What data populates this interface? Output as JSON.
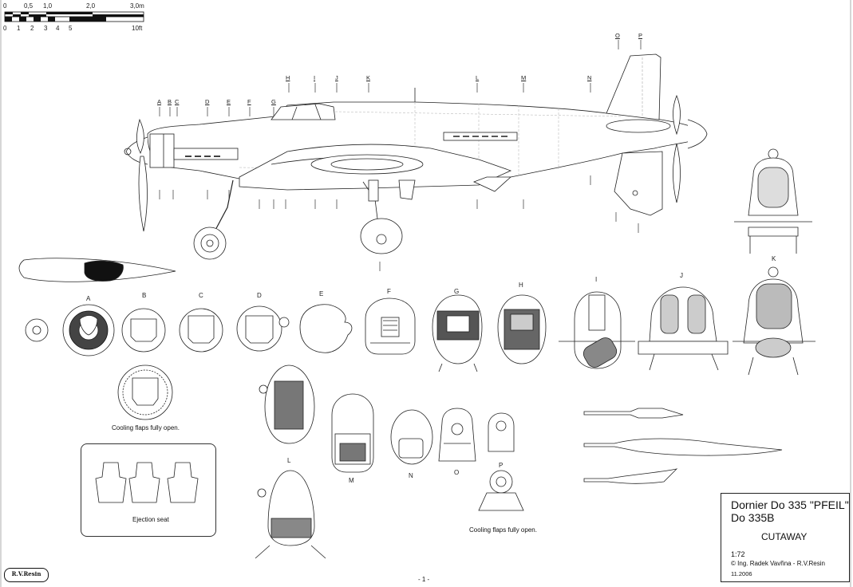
{
  "scale_bar": {
    "metric_labels": [
      "0",
      "0,5",
      "1,0",
      "2,0",
      "3,0m"
    ],
    "imperial_labels": [
      "0",
      "1",
      "2",
      "3",
      "4",
      "5",
      "10ft"
    ]
  },
  "section_letters": [
    "A",
    "B",
    "C",
    "D",
    "E",
    "F",
    "G",
    "H",
    "I",
    "J",
    "K",
    "L",
    "M",
    "N",
    "O",
    "P"
  ],
  "cross_sections": {
    "labels": [
      "A",
      "B",
      "C",
      "D",
      "E",
      "F",
      "G",
      "H",
      "I",
      "J",
      "K",
      "L",
      "M",
      "N",
      "O",
      "P"
    ]
  },
  "captions": {
    "cooling_flaps_front": "Cooling flaps fully open.",
    "cooling_flaps_rear": "Cooling flaps fully open.",
    "ejection_seat": "Ejection seat"
  },
  "title_block": {
    "name": "Dornier Do 335 \"PFEIL\"",
    "variant": "Do 335B",
    "view": "CUTAWAY",
    "scale": "1:72",
    "author": "Ing. Radek Vavřina - R.V.Resin",
    "copyright_symbol": "©",
    "date": "11.2006"
  },
  "logo_text": "R.V.Resin",
  "page_number": "- 1 -"
}
